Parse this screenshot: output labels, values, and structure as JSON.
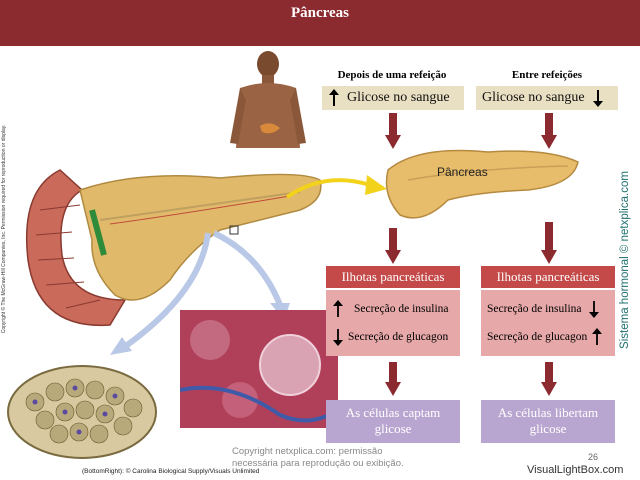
{
  "title": "Pâncreas",
  "pancreas_label": "Pâncreas",
  "columns": {
    "after_meal": {
      "heading": "Depois de uma refeição",
      "glucose": "Glicose no sangue",
      "islets": "Ilhotas pancreáticas",
      "insulin": "Secreção de insulina",
      "glucagon": "Secreção de glucagon",
      "result_line1": "As células captam",
      "result_line2": "glicose"
    },
    "between_meals": {
      "heading": "Entre refeições",
      "glucose": "Glicose no sangue",
      "islets": "Ilhotas pancreáticas",
      "insulin": "Secreção de insulina",
      "glucagon": "Secreção de glucagon",
      "result_line1": "As células libertam",
      "result_line2": "glicose"
    }
  },
  "side_text": "Sistema hormonal © netxplica.com",
  "left_copyright": "Copyright © The McGraw-Hill Companies, Inc. Permission required for reproduction or display.",
  "footer_copyright_line1": "Copyright netxplica.com: permissão",
  "footer_copyright_line2": "necessária para reprodução ou exibição.",
  "photo_credit": "(BottomRight): © Carolina Biological Supply/Visuals Unlimited",
  "page_number": "26",
  "watermark": "VisualLightBox.com",
  "colors": {
    "title_bar": "#8b2a2f",
    "flow_arrow": "#8b2a2f",
    "islet_header": "#c44a4a",
    "islet_body": "#e6a8a8",
    "result_box": "#b9a6d0",
    "glucose_box": "#e9dfc2",
    "side_text": "#1f6f6f"
  }
}
